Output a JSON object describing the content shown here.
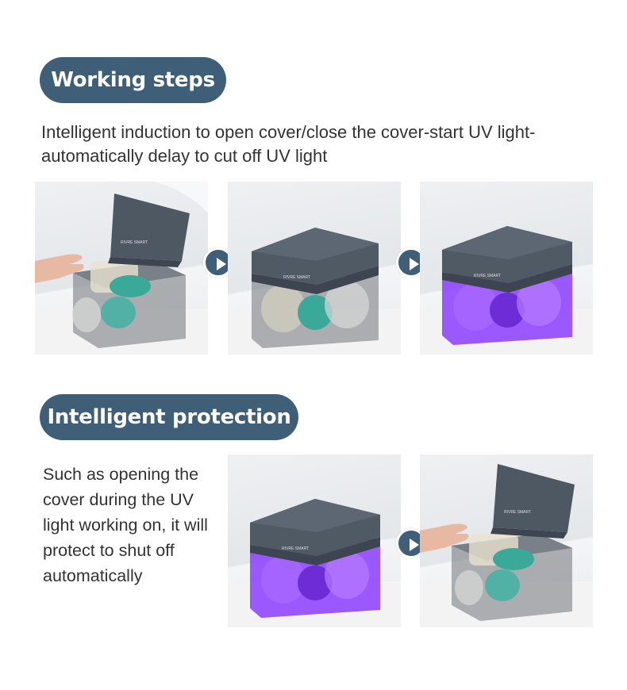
{
  "working_steps": {
    "title": "Working steps",
    "description": "Intelligent induction to open cover/close the cover-start UV light-automatically delay to cut off UV light",
    "photos": [
      {
        "label": "hand-open-cover",
        "brand_text": "RIVRE SMART"
      },
      {
        "label": "cover-closed",
        "brand_text": "RIVRE SMART"
      },
      {
        "label": "uv-light-on",
        "brand_text": "RIVRE SMART"
      }
    ]
  },
  "intelligent_protection": {
    "title": "Intelligent protection",
    "description": "Such as opening the cover during the UV light working on, it will protect to shut off automatically",
    "photos": [
      {
        "label": "uv-light-working",
        "brand_text": "RIVRE SMART"
      },
      {
        "label": "hand-open-cover-shut-off",
        "brand_text": "RIVRE SMART"
      }
    ]
  },
  "colors": {
    "accent": "#3f5f78",
    "uv": "#8a3cff",
    "device": "#55606b",
    "bottle_teal": "#3aa99a"
  },
  "icons": {
    "arrow": "play-arrow-icon"
  }
}
